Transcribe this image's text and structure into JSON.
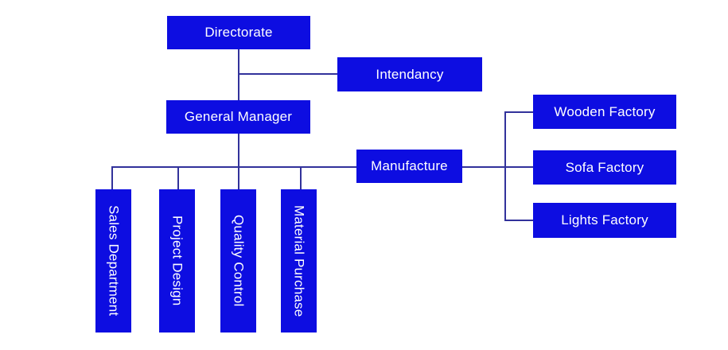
{
  "diagram": {
    "type": "organization-chart",
    "colors": {
      "box_fill": "#0d0de1",
      "box_text": "#ffffff",
      "line": "#32329b",
      "background": "#ffffff"
    },
    "nodes": {
      "directorate": {
        "label": "Directorate"
      },
      "intendancy": {
        "label": "Intendancy"
      },
      "general_manager": {
        "label": "General Manager"
      },
      "manufacture": {
        "label": "Manufacture"
      },
      "sales_department": {
        "label": "Sales Department"
      },
      "project_design": {
        "label": "Project Design"
      },
      "quality_control": {
        "label": "Quality Control"
      },
      "material_purchase": {
        "label": "Material Purchase"
      },
      "wooden_factory": {
        "label": "Wooden Factory"
      },
      "sofa_factory": {
        "label": "Sofa Factory"
      },
      "lights_factory": {
        "label": "Lights Factory"
      }
    },
    "edges": [
      {
        "from": "Directorate",
        "to": "Intendancy"
      },
      {
        "from": "Directorate",
        "to": "General Manager"
      },
      {
        "from": "General Manager",
        "to": "Sales Department"
      },
      {
        "from": "General Manager",
        "to": "Project Design"
      },
      {
        "from": "General Manager",
        "to": "Quality Control"
      },
      {
        "from": "General Manager",
        "to": "Material Purchase"
      },
      {
        "from": "General Manager",
        "to": "Manufacture"
      },
      {
        "from": "Manufacture",
        "to": "Wooden Factory"
      },
      {
        "from": "Manufacture",
        "to": "Sofa Factory"
      },
      {
        "from": "Manufacture",
        "to": "Lights Factory"
      }
    ]
  }
}
